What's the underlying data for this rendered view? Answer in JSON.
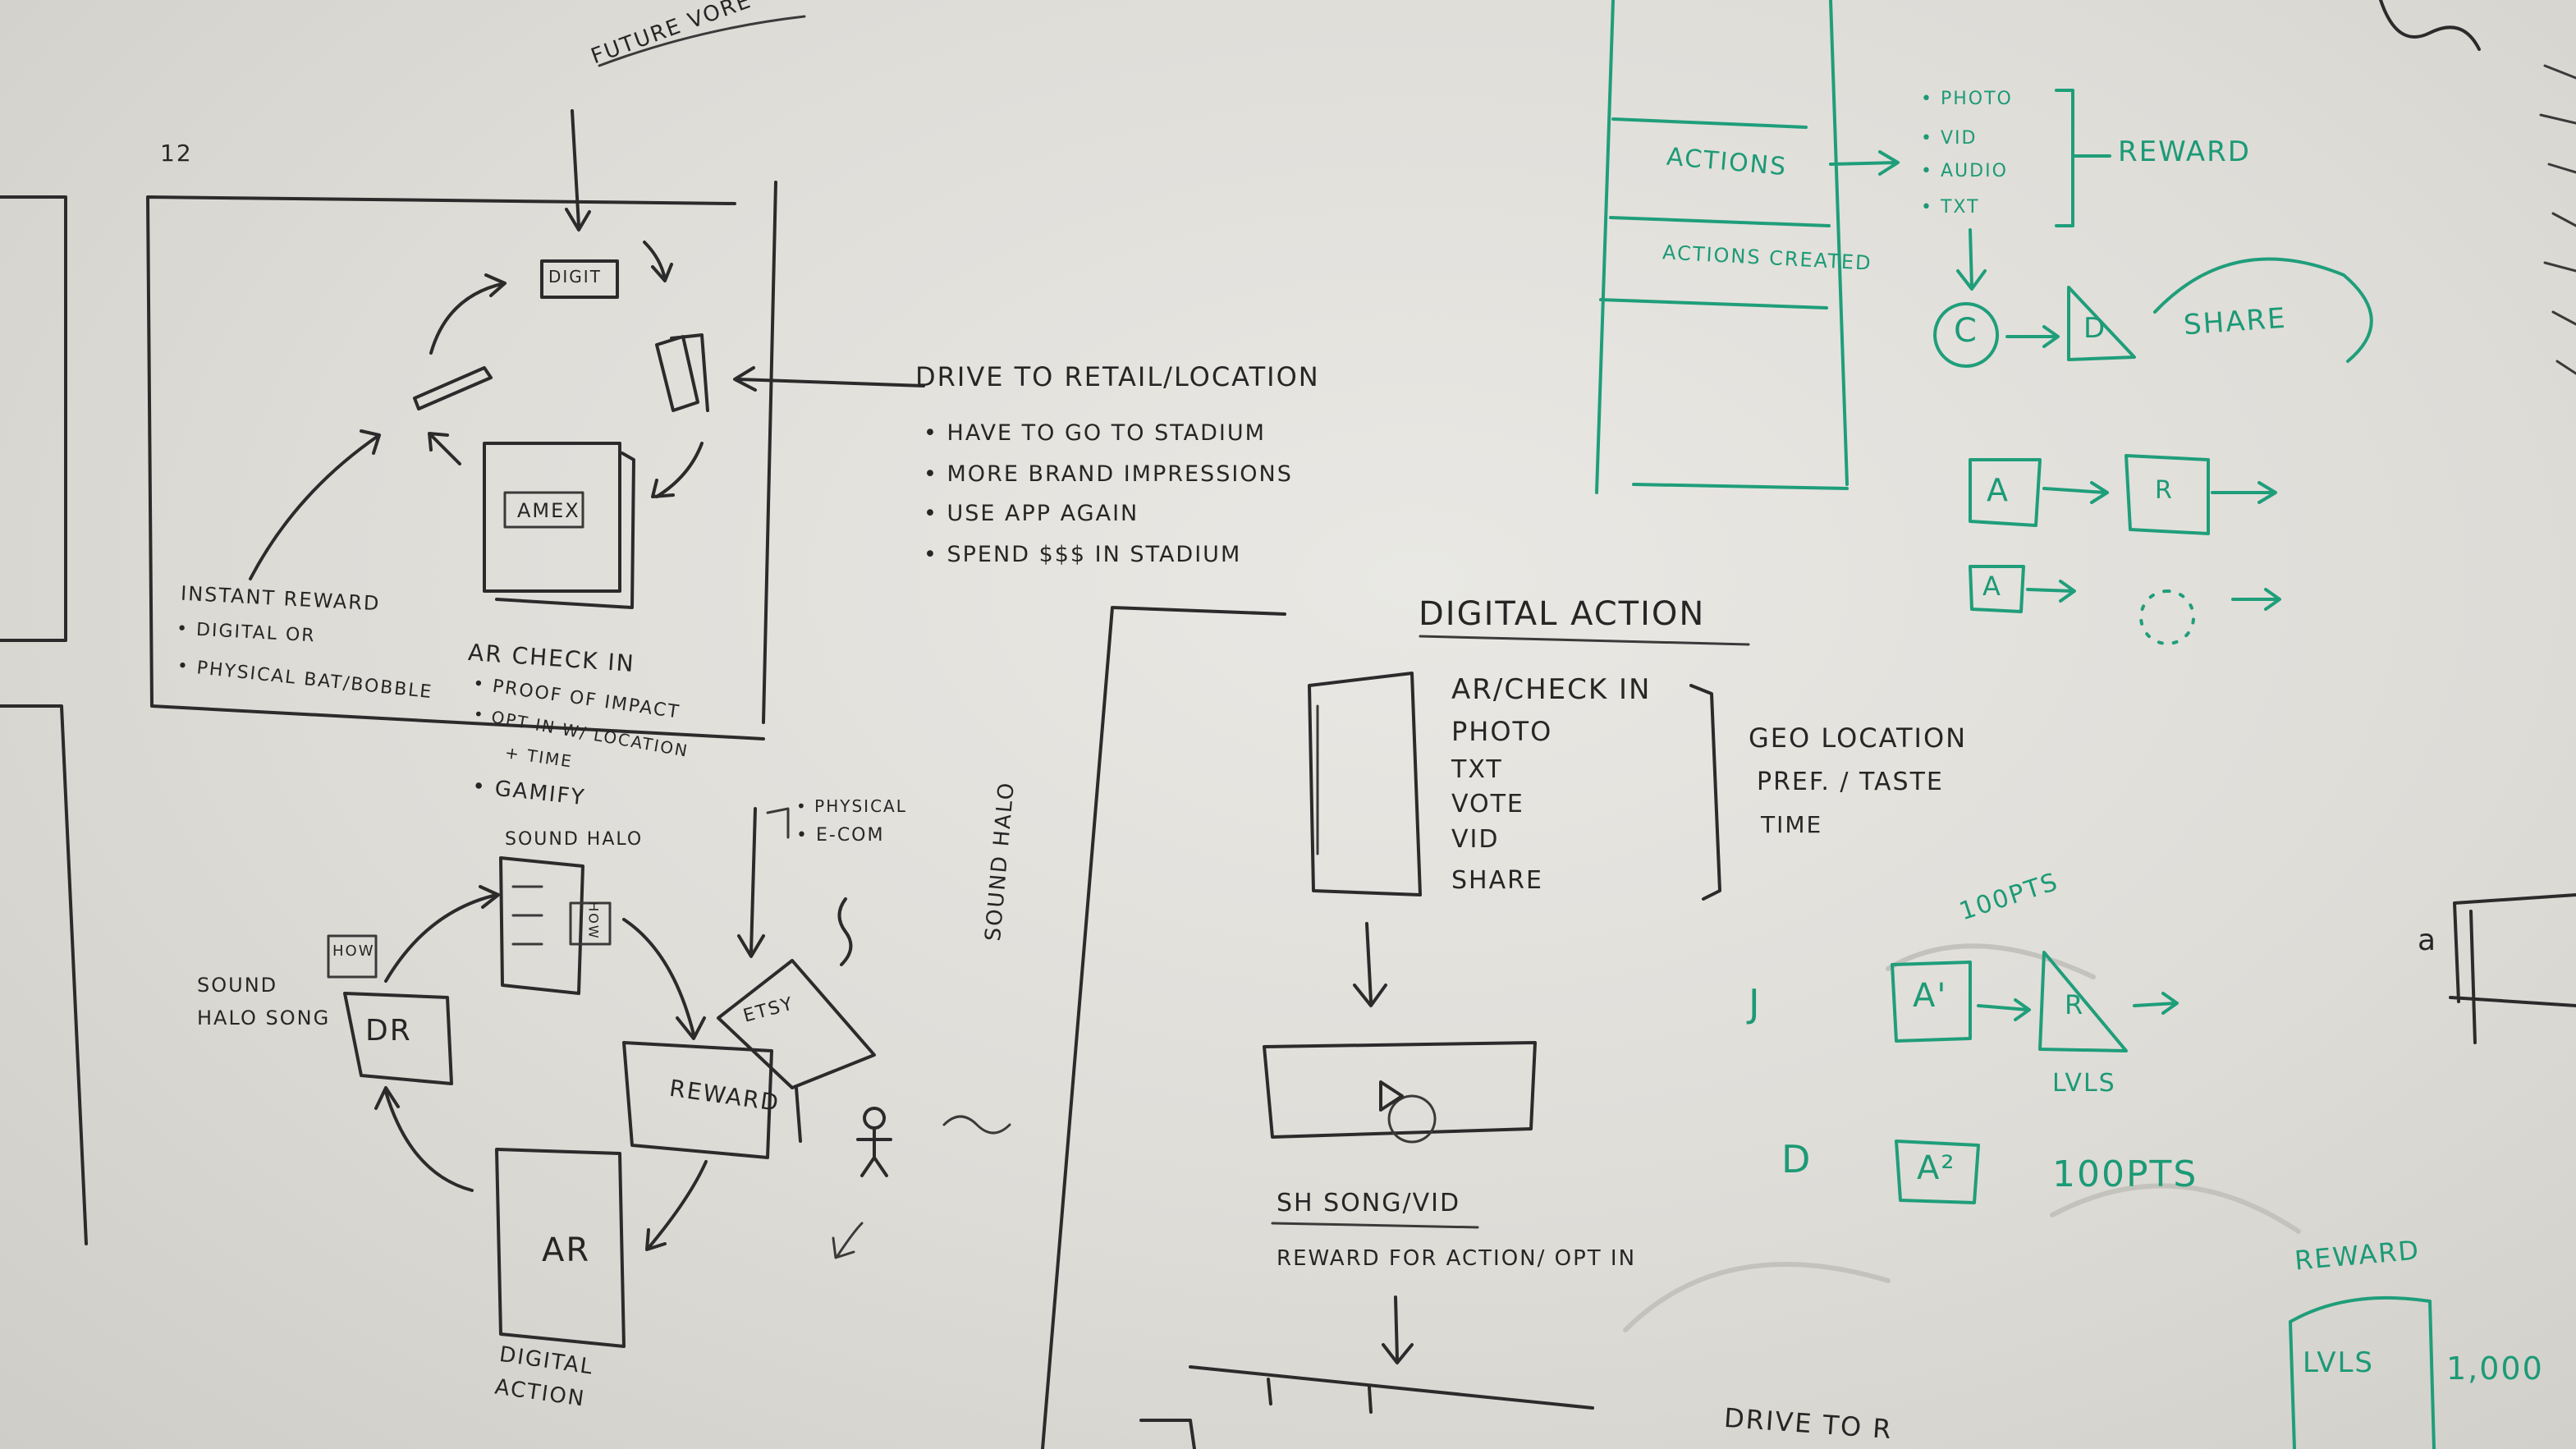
{
  "top_label": "FUTURE VORE",
  "page_number": "12",
  "loop": {
    "item_top": "DIGIT",
    "card": "AMEX",
    "instant_reward_title": "INSTANT REWARD",
    "instant_reward_items": [
      "DIGITAL OR",
      "PHYSICAL BAT/BOBBLE"
    ],
    "ar_check_in_title": "AR CHECK IN",
    "ar_check_in_items": [
      "PROOF OF IMPACT",
      "OPT IN W/ LOCATION",
      "+ TIME",
      "GAMIFY"
    ]
  },
  "drive_to_retail": {
    "title": "DRIVE TO RETAIL/LOCATION",
    "items": [
      "HAVE TO GO TO STADIUM",
      "MORE BRAND IMPRESSIONS",
      "USE APP AGAIN",
      "SPEND $$$ IN STADIUM"
    ]
  },
  "sound_halo_loop": {
    "sound_halo": "SOUND HALO",
    "sound_halo_song": "SOUND HALO SONG",
    "how_left": "HOW",
    "how_right": "HOW",
    "dr": "DR",
    "etsy": "ETSY",
    "reward": "REWARD",
    "ar": "AR",
    "digital_action": "DIGITAL ACTION",
    "physical_ecom": [
      "PHYSICAL",
      "E-COM"
    ]
  },
  "sound_halo_vertical": "SOUND HALO",
  "digital_action": {
    "title": "DIGITAL ACTION",
    "items": [
      "AR/CHECK IN",
      "PHOTO",
      "TXT",
      "VOTE",
      "VID",
      "SHARE"
    ],
    "bracket_items": [
      "GEO LOCATION",
      "PREF. / TASTE",
      "TIME"
    ],
    "sh_song": "SH SONG/VID",
    "reward_line": "REWARD FOR ACTION/ OPT IN",
    "drive_to": "DRIVE TO R"
  },
  "green": {
    "actions": "ACTIONS",
    "actions_created": "ACTIONS CREATED",
    "media_items": [
      "PHOTO",
      "VID",
      "AUDIO",
      "TXT"
    ],
    "reward": "REWARD",
    "c": "C",
    "d": "D",
    "share": "SHARE",
    "a": "A",
    "r": "R",
    "a_small": "A",
    "pts_top": "100PTS",
    "j": "J",
    "a1": "A'",
    "r2": "R",
    "lvls": "LVLS",
    "d2": "D",
    "a2": "A²",
    "pts_bottom": "100PTS",
    "reward_bottom": "REWARD",
    "lvls_bottom": "LVLS",
    "thousand": "1,000"
  },
  "far_right_a": "a",
  "colors": {
    "black_ink": "#2b2b2b",
    "green_ink": "#1f9e7a",
    "board": "#e4e3de"
  }
}
